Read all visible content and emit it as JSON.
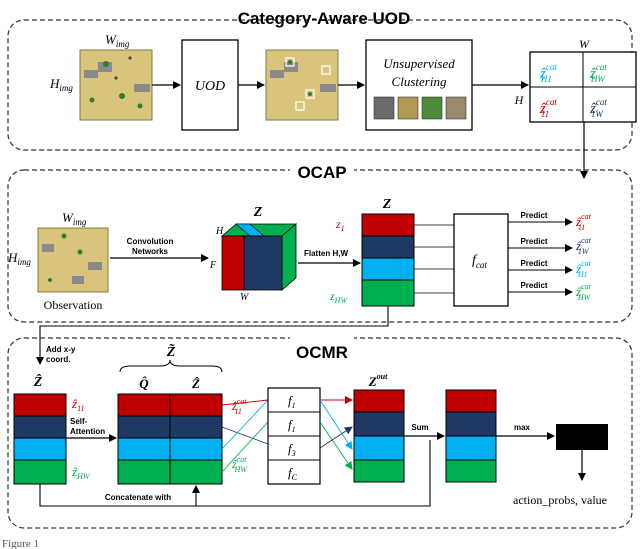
{
  "colors": {
    "red": "#c00000",
    "navy": "#1f3864",
    "sky": "#00b0f0",
    "green": "#00b050",
    "dark": "#000000",
    "sand": "#d8c47a",
    "gray_light": "#9e9e9e"
  },
  "sections": {
    "uod_title": "Category-Aware UOD",
    "ocap_title": "OCAP",
    "ocmr_title": "OCMR"
  },
  "uod": {
    "w_img": "W",
    "w_img_sub": "img",
    "h_img": "H",
    "h_img_sub": "img",
    "box_label": "UOD",
    "cluster_line1": "Unsupervised",
    "cluster_line2": "Clustering",
    "grid_w": "W",
    "grid_h": "H",
    "grid": {
      "tl": "ẑ",
      "tl_sup": "cat",
      "tl_sub": "H1",
      "tr": "ẑ",
      "tr_sup": "cat",
      "tr_sub": "HW",
      "bl": "ẑ",
      "bl_sup": "cat",
      "bl_sub": "11",
      "br": "ẑ",
      "br_sup": "cat",
      "br_sub": "1W"
    }
  },
  "ocap": {
    "w_img": "W",
    "w_img_sub": "img",
    "h_img": "H",
    "h_img_sub": "img",
    "observation": "Observation",
    "conv_line1": "Convolution",
    "conv_line2": "Networks",
    "cube_z": "Z",
    "cube_h": "H",
    "cube_w": "W",
    "cube_f": "F",
    "flatten": "Flatten H,W",
    "stack_z": "Z",
    "z1": "z",
    "z1_sub": "1",
    "zhw": "z",
    "zhw_sub": "HW",
    "fcat": "f",
    "fcat_sub": "cat",
    "predict": [
      "Predict",
      "Predict",
      "Predict",
      "Predict"
    ],
    "outputs": [
      {
        "sym": "ẑ",
        "sup": "cat",
        "sub": "11"
      },
      {
        "sym": "ẑ",
        "sup": "cat",
        "sub": "1W"
      },
      {
        "sym": "ẑ",
        "sup": "cat",
        "sub": "H1"
      },
      {
        "sym": "ẑ",
        "sup": "cat",
        "sub": "HW"
      }
    ]
  },
  "ocmr": {
    "add_xy_line1": "Add x-y",
    "add_xy_line2": "coord.",
    "zhat": "Ẑ",
    "z11": "ẑ",
    "z11_sub": "11",
    "zhw": "ẑ",
    "zhw_sub": "HW",
    "self_att_line1": "Self-",
    "self_att_line2": "Attention",
    "ztilde": "Z̃",
    "qhat": "Q̂",
    "zhat2": "Ẑ",
    "concat": "Concatenate with",
    "zc11": "ẑ",
    "zc11_sup": "cat",
    "zc11_sub": "11",
    "zchw": "ẑ",
    "zchw_sup": "cat",
    "zchw_sub": "HW",
    "f_labels": [
      {
        "f": "f",
        "sub": "1"
      },
      {
        "f": "f",
        "sub": "1"
      },
      {
        "f": "f",
        "sub": "3"
      },
      {
        "f": "f",
        "sub": "C"
      }
    ],
    "zout": "Z",
    "zout_sup": "out",
    "sum": "Sum",
    "max": "max",
    "action": "action_probs, value"
  },
  "caption_fragment": "Figure 1"
}
